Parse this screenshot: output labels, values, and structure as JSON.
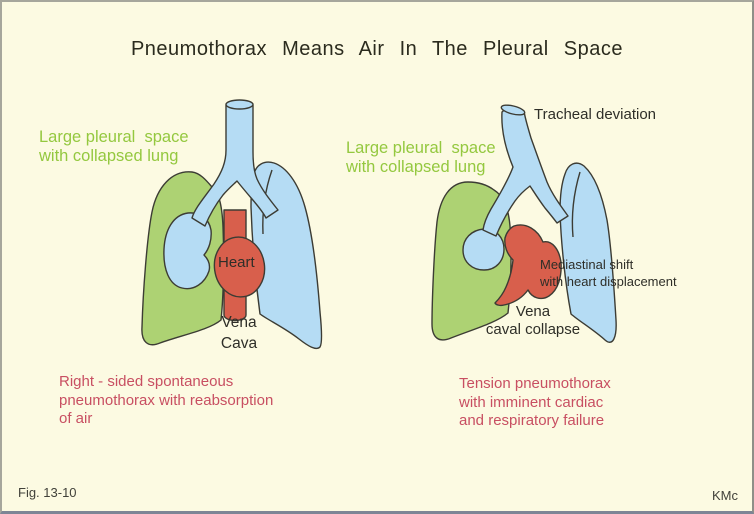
{
  "title": "Pneumothorax Means Air In The Pleural Space",
  "colors": {
    "background": "#FCFAE2",
    "border": "#a6a69c",
    "lung_blue": "#B5DCF4",
    "pleural_green": "#ADD273",
    "heart_red": "#D85F4C",
    "outline": "#3c3c34",
    "green_text": "#94C83F",
    "red_text": "#C84F62",
    "dark_text": "#2e2e28"
  },
  "left_panel": {
    "pleural_label": "Large pleural  space\nwith collapsed lung",
    "heart_label": "Heart",
    "vena_cava_label": "Vena\nCava",
    "caption": "Right - sided spontaneous\npneumothorax with reabsorption\nof air"
  },
  "right_panel": {
    "tracheal_label": "Tracheal deviation",
    "pleural_label": "Large pleural  space\nwith collapsed lung",
    "mediastinal_label": "Mediastinal shift\nwith heart displacement",
    "vena_caval_label": "Vena\ncaval collapse",
    "caption": "Tension pneumothorax\nwith imminent cardiac\nand respiratory failure"
  },
  "footer": {
    "figure_number": "Fig. 13-10",
    "credit": "KMc"
  }
}
